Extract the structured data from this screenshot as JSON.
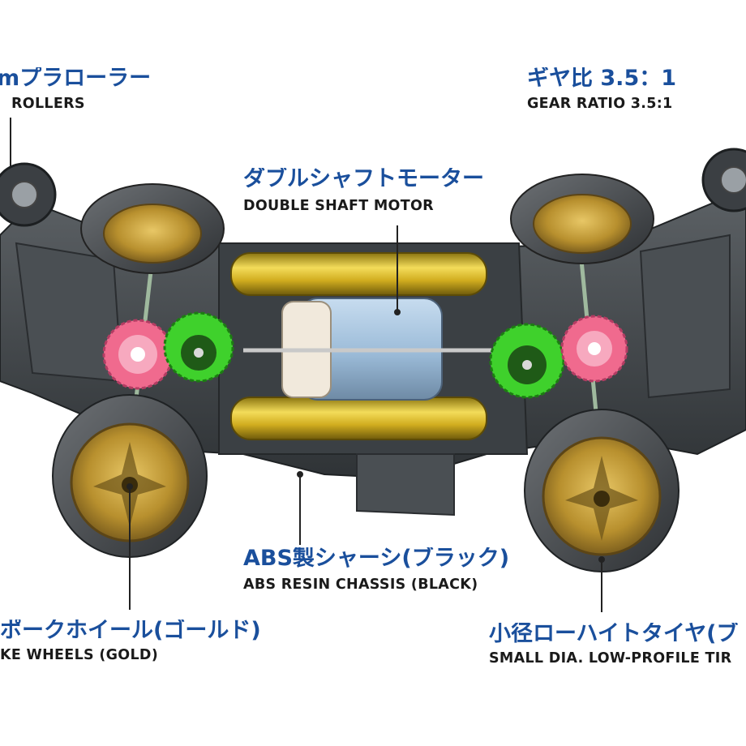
{
  "colors": {
    "jp_text": "#1a4f9c",
    "en_text": "#1a1a1a",
    "chassis": "#3e4347",
    "tire": "#4b4f53",
    "wheel_gold": "#b8902e",
    "gear_pink": "#f06a8e",
    "gear_green": "#3fd12c",
    "battery_gold": "#d6b21e",
    "motor_blue": "#a9c7e4",
    "leader_line": "#222222"
  },
  "callouts": {
    "rollers": {
      "jp": "mプラローラー",
      "en": "ROLLERS"
    },
    "gear_ratio": {
      "jp": "ギヤ比 3.5：1",
      "en": "GEAR RATIO 3.5:1"
    },
    "motor": {
      "jp": "ダブルシャフトモーター",
      "en": "DOUBLE SHAFT MOTOR"
    },
    "chassis": {
      "jp": "ABS製シャーシ(ブラック)",
      "en": "ABS RESIN CHASSIS (BLACK)"
    },
    "wheels": {
      "jp": "ポークホイール(ゴールド)",
      "en": "KE WHEELS (GOLD)"
    },
    "tires": {
      "jp": "小径ローハイトタイヤ(ブ",
      "en": "SMALL DIA. LOW-PROFILE TIR"
    }
  }
}
